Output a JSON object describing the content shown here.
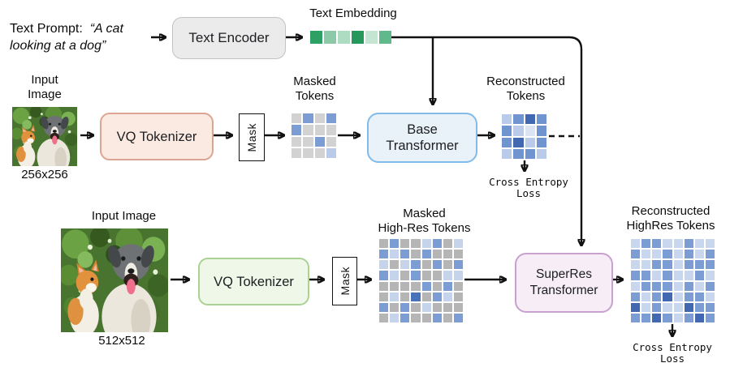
{
  "prompt": {
    "prefix": "Text Prompt:",
    "quote_line1": "“A cat",
    "quote_line2": "looking at a dog”"
  },
  "boxes": {
    "text_encoder": "Text Encoder",
    "vq_tokenizer_top": "VQ Tokenizer",
    "mask_top": "Mask",
    "base_transformer_line1": "Base",
    "base_transformer_line2": "Transformer",
    "vq_tokenizer_bottom": "VQ Tokenizer",
    "mask_bottom": "Mask",
    "superres_line1": "SuperRes",
    "superres_line2": "Transformer"
  },
  "labels": {
    "text_embedding": "Text Embedding",
    "input_image_top_line1": "Input",
    "input_image_top_line2": "Image",
    "input_image_top_caption": "256x256",
    "masked_tokens_line1": "Masked",
    "masked_tokens_line2": "Tokens",
    "reconstructed_tokens_line1": "Reconstructed",
    "reconstructed_tokens_line2": "Tokens",
    "cross_entropy_line1": "Cross Entropy",
    "cross_entropy_line2": "Loss",
    "input_image_bottom": "Input Image",
    "input_image_bottom_caption": "512x512",
    "masked_highres_line1": "Masked",
    "masked_highres_line2": "High-Res Tokens",
    "reconstructed_highres_line1": "Reconstructed",
    "reconstructed_highres_line2": "HighRes Tokens"
  },
  "colors": {
    "line": "#111111",
    "text_encoder": {
      "bg": "#ebebeb",
      "border": "#c2c2c2"
    },
    "vq_tokenizer_top": {
      "bg": "#faeae2",
      "border": "#dca493"
    },
    "mask_box": {
      "bg": "#ffffff",
      "border": "#111111"
    },
    "base_transformer": {
      "bg": "#e9f1f9",
      "border": "#82bbe8"
    },
    "vq_tokenizer_bottom": {
      "bg": "#eff7e9",
      "border": "#a9d293"
    },
    "superres_transformer": {
      "bg": "#f6edf7",
      "border": "#c7a2ce"
    }
  },
  "embedding": {
    "rows": [
      "123456"
    ],
    "palette": {
      "1": "#2ea064",
      "2": "#8cc9a8",
      "3": "#aedcc2",
      "4": "#27985c",
      "5": "#c4e5d2",
      "6": "#5fb98a"
    }
  },
  "grids": {
    "masked_tokens": {
      "rows": [
        "gmgm",
        "mggg",
        "ggmg",
        "gggl"
      ],
      "palette": {
        "g": "#d2d2d2",
        "l": "#b9cbe8",
        "m": "#7b9dd4"
      }
    },
    "reconstructed_tokens": {
      "rows": [
        "lmdm",
        "mlxm",
        "mdlm",
        "lmml"
      ],
      "palette": {
        "x": "#dbe4f3",
        "l": "#b9cbe8",
        "m": "#6f94cf",
        "d": "#4268b1"
      }
    },
    "masked_highres": {
      "rows": [
        "gmgglmgl",
        "mlmgmggg",
        "lglmgmgm",
        "mlgmggll",
        "ggggmgmg",
        "glgdgmlg",
        "mgmglggg",
        "glmggmgm"
      ],
      "palette": {
        "g": "#b5b5b5",
        "l": "#c5d3eb",
        "m": "#7b9dd4",
        "d": "#4a72bb"
      }
    },
    "reconstructed_highres": {
      "rows": [
        "lmmllmll",
        "mllmlmlm",
        "llmmlmmm",
        "mmlmllml",
        "lmmmlmlm",
        "mlmdlmml",
        "dlmlldmm",
        "mmdmlmdm"
      ],
      "palette": {
        "l": "#c8d6ee",
        "m": "#7b9dd4",
        "d": "#4268b1"
      }
    }
  }
}
